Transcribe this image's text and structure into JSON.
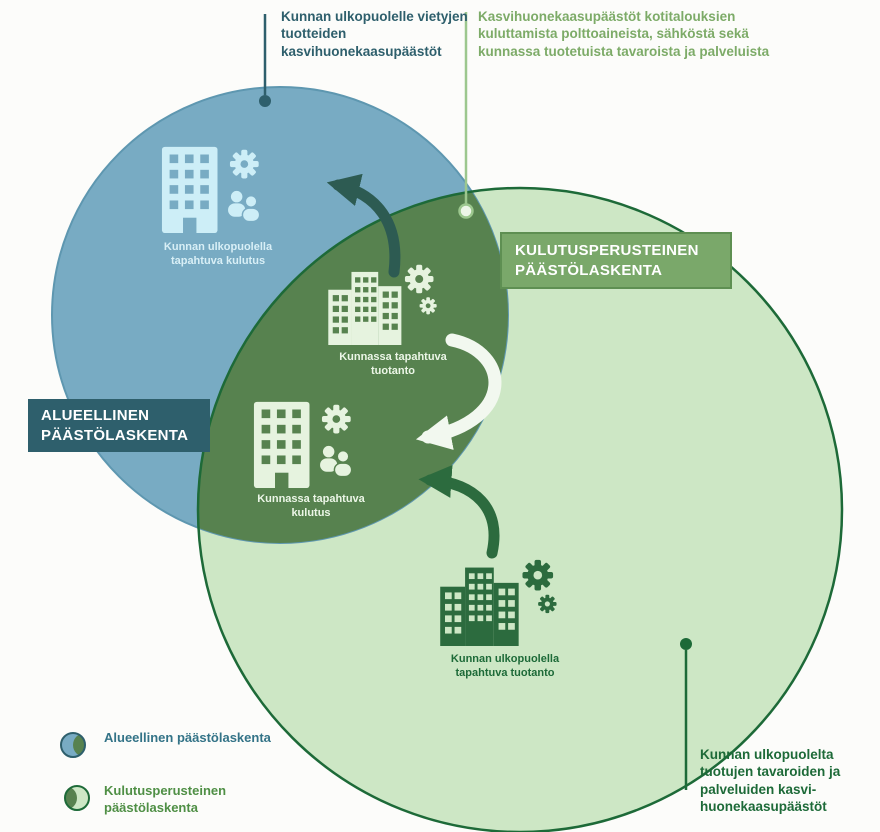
{
  "annotations": {
    "top_left": "Kunnan ulkopuolelle vietyjen tuotteiden kasvihuonekaasupäästöt",
    "top_right": "Kasvihuonekaasupäästöt kotitalouksien kuluttamista polttoaineista, sähköstä sekä kunnassa tuotetuista tavaroista ja palveluista",
    "bottom_right": "Kunnan ulkopuolelta tuotujen tavaroiden ja palveluiden kasvi-huonekaasupäästöt"
  },
  "boxes": {
    "regional": "ALUEELLINEN PÄÄSTÖLASKENTA",
    "consumption": "KULUTUSPERUSTEINEN PÄÄSTÖLASKENTA"
  },
  "nodes": {
    "outside_consumption": "Kunnan ulkopuolella tapahtuva kulutus",
    "local_production": "Kunnassa tapahtuva tuotanto",
    "local_consumption": "Kunnassa tapahtuva kulutus",
    "outside_production": "Kunnan ulkopuolella tapahtuva tuotanto"
  },
  "legend": {
    "regional": "Alueellinen päästölaskenta",
    "consumption": "Kulutusperusteinen päästölaskenta"
  },
  "colors": {
    "blue_circle": "#78abc3",
    "green_circle": "#cde7c5",
    "green_border": "#1d6a38",
    "overlap": "#57824f",
    "teal_dark": "#2e5f6c",
    "box_green": "#7aa86a"
  }
}
